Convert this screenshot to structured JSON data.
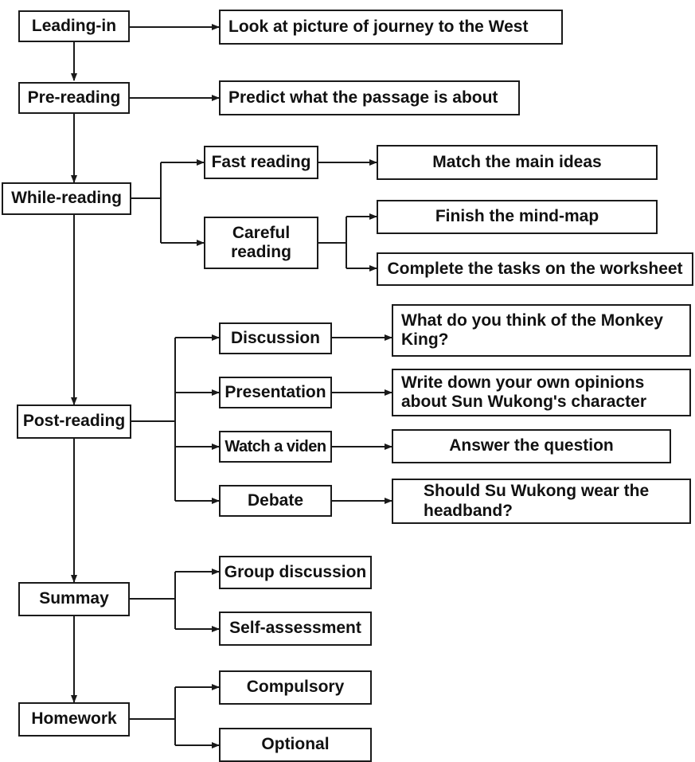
{
  "stages": {
    "leading_in": "Leading-in",
    "pre_reading": "Pre-reading",
    "while_reading": "While-reading",
    "post_reading": "Post-reading",
    "summary": "Summay",
    "homework": "Homework"
  },
  "leading_in": {
    "task": "Look at picture of journey to the West"
  },
  "pre_reading": {
    "task": "Predict what the passage is about"
  },
  "while_reading": {
    "fast": "Fast reading",
    "fast_task": "Match the main ideas",
    "careful": "Careful\nreading",
    "careful_task_1": "Finish the mind-map",
    "careful_task_2": "Complete the tasks on the worksheet"
  },
  "post_reading": {
    "discussion": "Discussion",
    "discussion_task": "What do you think of the Monkey\nKing?",
    "presentation": "Presentation",
    "presentation_task": "Write down your own opinions\nabout Sun Wukong's character",
    "video": "Watch a viden",
    "video_task": "Answer the question",
    "debate": "Debate",
    "debate_task": "Should Su Wukong wear the\nheadband?"
  },
  "summary": {
    "group": "Group discussion",
    "self": "Self-assessment"
  },
  "homework": {
    "compulsory": "Compulsory",
    "optional": "Optional"
  }
}
